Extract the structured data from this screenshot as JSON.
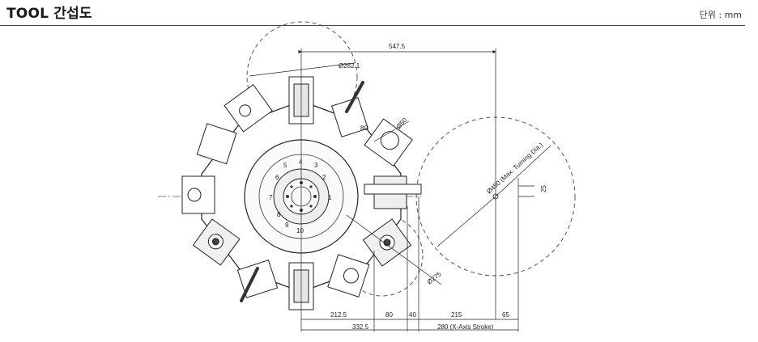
{
  "header": {
    "title": "TOOL 간섭도",
    "unit": "단위 : mm"
  },
  "dimensions": {
    "top_width": "547.5",
    "dia_top": "Ø282.1",
    "d80": "80",
    "d50": "Ø50",
    "d275": "Ø275",
    "max_turning": "Ø450 (Max. Turning Dia.)",
    "d25": "25",
    "b212": "212.5",
    "b80": "80",
    "b40": "40",
    "b215": "215",
    "b65": "65",
    "b3325": "332.5",
    "b280": "280 (X-Axis Stroke)"
  },
  "turret_numbers": [
    "1",
    "2",
    "3",
    "4",
    "5",
    "6",
    "7",
    "8",
    "9",
    "10"
  ]
}
